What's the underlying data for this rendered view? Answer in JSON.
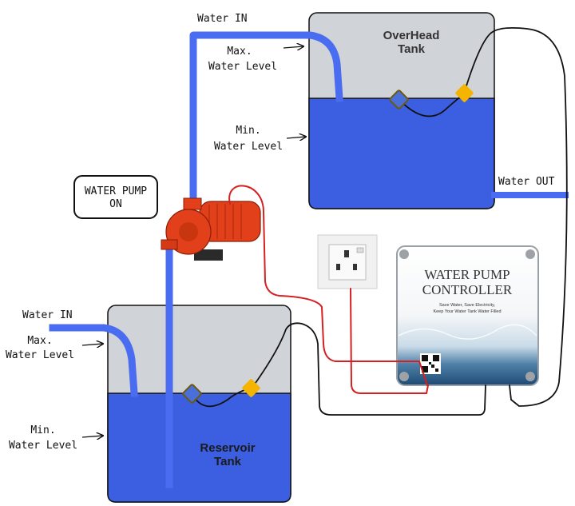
{
  "labels": {
    "water_in_top": "Water IN",
    "water_in_bottom": "Water IN",
    "water_out": "Water OUT",
    "max_level_top_1": "Max.",
    "max_level_top_2": "Water Level",
    "min_level_top_1": "Min.",
    "min_level_top_2": "Water Level",
    "max_level_bottom_1": "Max.",
    "max_level_bottom_2": "Water Level",
    "min_level_bottom_1": "Min.",
    "min_level_bottom_2": "Water Level"
  },
  "overhead_tank": {
    "title_1": "OverHead",
    "title_2": "Tank"
  },
  "reservoir_tank": {
    "title_1": "Reservoir",
    "title_2": "Tank"
  },
  "status_box": {
    "line_1": "WATER PUMP",
    "line_2": "ON"
  },
  "controller": {
    "title_1": "WATER PUMP",
    "title_2": "CONTROLLER",
    "tagline_1": "Save Water, Save Electricity,",
    "tagline_2": "Keep Your Water Tank Water Filled"
  },
  "colors": {
    "water": "#3b5fe0",
    "pipe": "#4a6cf0",
    "tank_empty": "#d0d3d8",
    "float_blue": "#4a6fd8",
    "float_yellow": "#f5b400",
    "wire_red": "#d42020",
    "wire_black": "#111111",
    "pump": "#e2401a"
  }
}
